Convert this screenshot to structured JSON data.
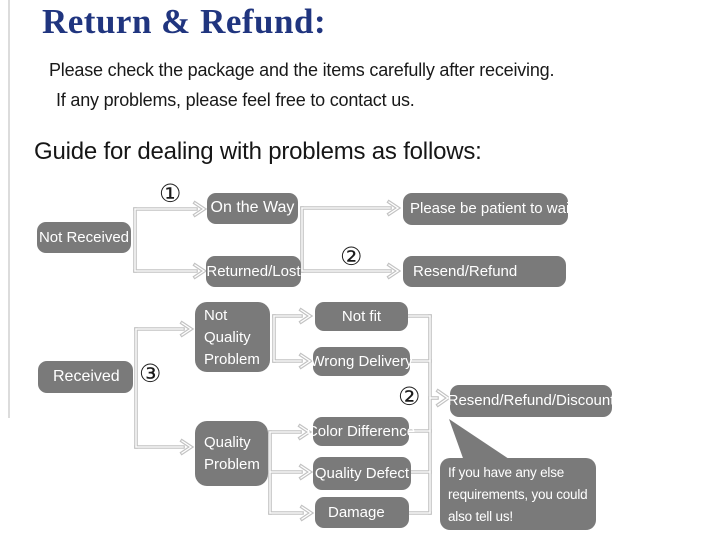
{
  "header": {
    "title": "Return & Refund:",
    "intro": [
      "Please check the package and the items carefully after receiving.",
      "If any problems, please feel free to contact us."
    ],
    "guide_heading": "Guide for dealing with problems as follows:"
  },
  "markers": {
    "step1": "①",
    "step2_top": "②",
    "step3": "③",
    "step2_bottom": "②"
  },
  "nodes": {
    "not_received": "Not Received",
    "on_the_way": "On the Way",
    "returned_lost": "Returned/Lost",
    "be_patient": "Please be patient to wait",
    "resend_refund": "Resend/Refund",
    "received": "Received",
    "not_quality_problem": "Not Quality Problem",
    "quality_problem": "Quality Problem",
    "not_fit": "Not fit",
    "wrong_delivery": "Wrong Delivery",
    "color_difference": "Color Difference",
    "quality_defect": "Quality Defect",
    "damage": "Damage",
    "resend_refund_discount": "Resend/Refund/Discount"
  },
  "bubble_lines": [
    "If you have any else",
    "requirements, you could",
    "also tell us!"
  ],
  "colors": {
    "title": "#20357f",
    "node_fill": "#7a7a7a",
    "node_text": "#ffffff",
    "connector": "#c2c2c2",
    "body_text": "#191919"
  }
}
